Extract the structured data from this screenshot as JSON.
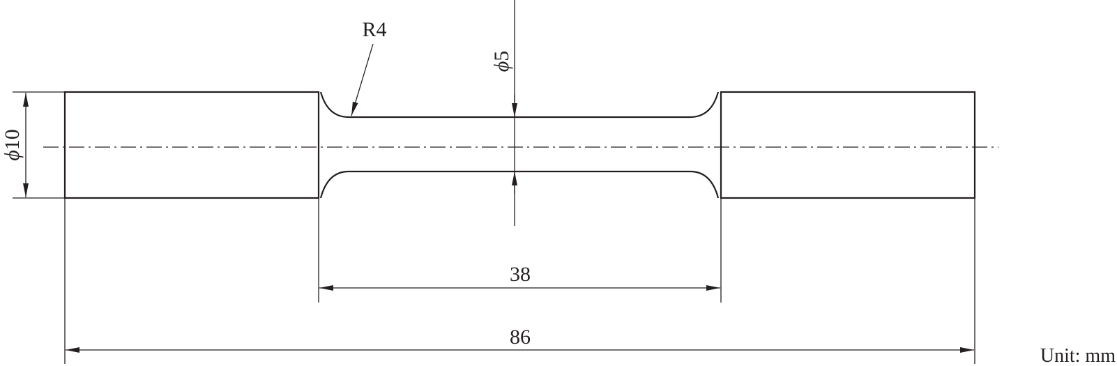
{
  "dimensions": {
    "radius_label": "R4",
    "neck_diameter_symbol": "ϕ",
    "neck_diameter_value": "5",
    "end_diameter_symbol": "ϕ",
    "end_diameter_value": "10",
    "gauge_length": "38",
    "overall_length": "86"
  },
  "unit_label": "Unit: mm",
  "colors": {
    "line": "#231f20",
    "background": "#ffffff"
  }
}
